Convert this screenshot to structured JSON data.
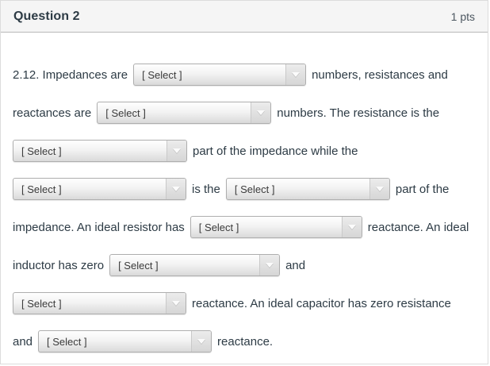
{
  "header": {
    "title": "Question 2",
    "points": "1 pts"
  },
  "question": {
    "select_placeholder": "[ Select ]",
    "lines": {
      "l1": {
        "before": "2.12. Impedances are",
        "after": "numbers, resistances and"
      },
      "l2": {
        "before": "reactances are",
        "after": "numbers. The resistance is the"
      },
      "l3": {
        "after": "part of the impedance while the"
      },
      "l4": {
        "mid": "is the",
        "after": "part of the"
      },
      "l5": {
        "before": "impedance. An ideal resistor has",
        "after": "reactance. An ideal"
      },
      "l6": {
        "before": "inductor has zero",
        "after": "and"
      },
      "l7": {
        "after": "reactance. An ideal capacitor has zero resistance"
      },
      "l8": {
        "before": "and",
        "after": "reactance."
      }
    }
  },
  "colors": {
    "ink": "#2d3b45",
    "header_bg": "#f5f5f5",
    "header_border": "#b9b9b9",
    "select_border": "#aeaeae"
  }
}
